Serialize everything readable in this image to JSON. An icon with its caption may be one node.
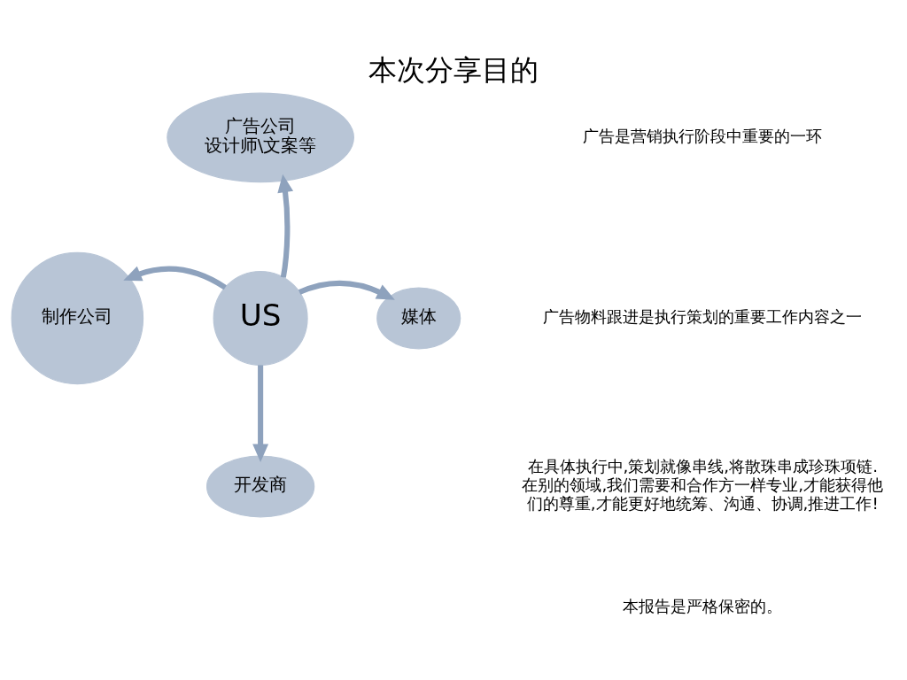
{
  "diagram": {
    "title": "本次分享目的",
    "nodes": [
      {
        "text": [
          "广告公司",
          "设计师\\文案等"
        ]
      },
      {
        "text": [
          "制作公司"
        ]
      },
      {
        "text": [
          "US"
        ]
      },
      {
        "text": [
          "媒体"
        ]
      },
      {
        "text": [
          "开发商"
        ]
      }
    ],
    "edges": [
      {
        "from": 2,
        "to": 0,
        "arrow": "to"
      },
      {
        "from": 2,
        "to": 1,
        "arrow": "to"
      },
      {
        "from": 2,
        "to": 3,
        "arrow": "to"
      },
      {
        "from": 2,
        "to": 4,
        "arrow": "to"
      }
    ],
    "labels": [
      "广告是营销执行阶段中重要的一环",
      "广告物料跟进是执行策划的重要工作内容之一",
      "在具体执行中,策划就像串线,将散珠串成珍珠项链.在别的领域,我们需要和合作方一样专业,才能获得他们的尊重,才能更好地统筹、沟通、协调,推进工作!",
      "本报告是严格保密的。"
    ]
  }
}
